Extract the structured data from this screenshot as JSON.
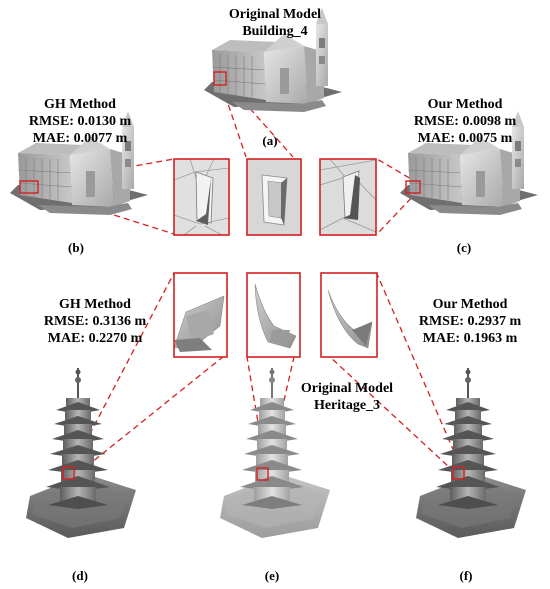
{
  "top": {
    "original": {
      "title": "Original Model",
      "name": "Building_4",
      "caption": "(a)"
    },
    "gh": {
      "title": "GH Method",
      "rmse": "RMSE: 0.0130 m",
      "mae": "MAE: 0.0077 m",
      "caption": "(b)"
    },
    "ours": {
      "title": "Our Method",
      "rmse": "RMSE: 0.0098 m",
      "mae": "MAE: 0.0075 m",
      "caption": "(c)"
    }
  },
  "bottom": {
    "gh": {
      "title": "GH Method",
      "rmse": "RMSE: 0.3136 m",
      "mae": "MAE: 0.2270 m",
      "caption": "(d)"
    },
    "original": {
      "title": "Original Model",
      "name": "Heritage_3",
      "caption": "(e)"
    },
    "ours": {
      "title": "Our Method",
      "rmse": "RMSE: 0.2937 m",
      "mae": "MAE: 0.1963 m",
      "caption": "(f)"
    }
  },
  "colors": {
    "highlight": "#d42020",
    "mesh_light": "#d2d2d2",
    "mesh_dark": "#8a8a8a"
  }
}
